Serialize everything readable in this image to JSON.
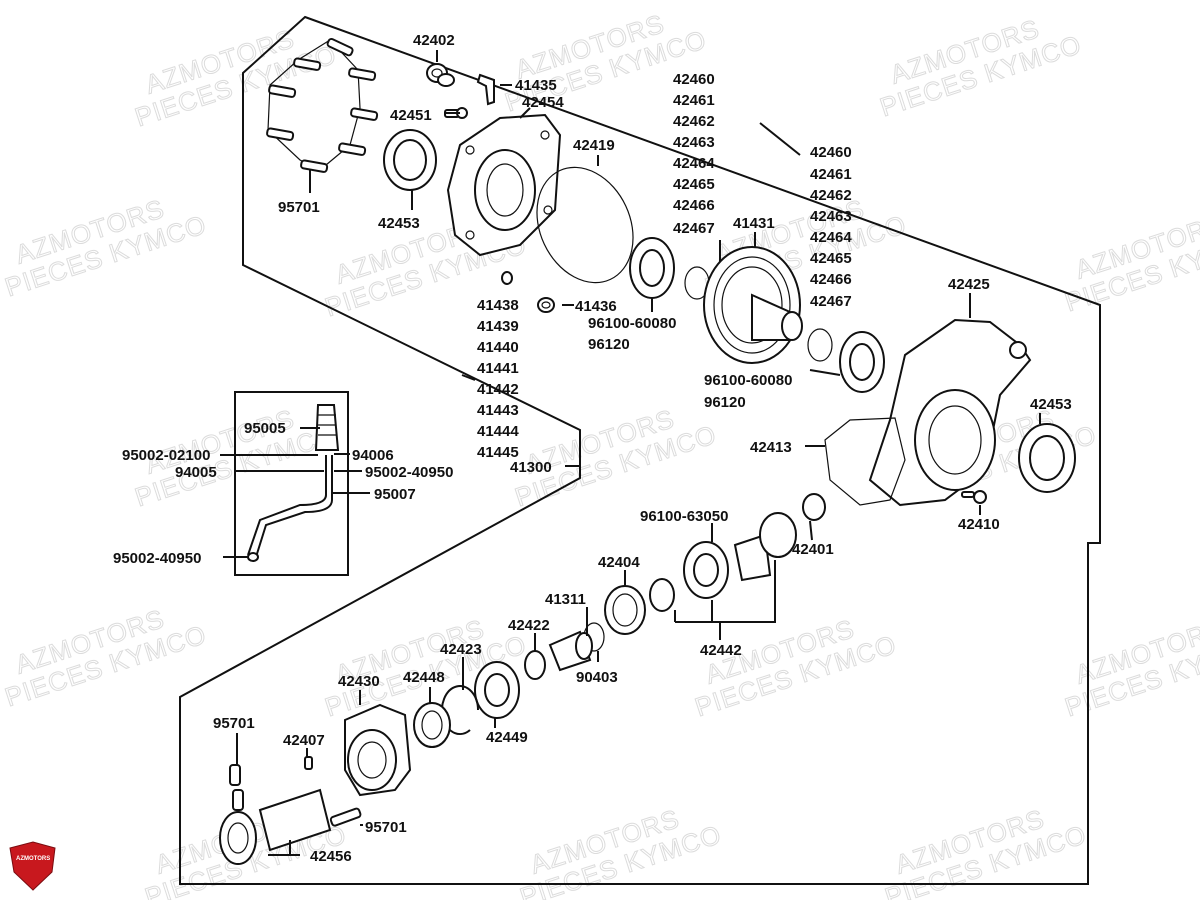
{
  "watermark": {
    "line1": "AZMOTORS",
    "line2": "PIECES KYMCO"
  },
  "logo": {
    "text": "AZMOTORS",
    "color": "#c8181e"
  },
  "labels": {
    "l42402": "42402",
    "l41435": "41435",
    "l42451": "42451",
    "l42454": "42454",
    "l95701_top": "95701",
    "l42453_top": "42453",
    "l42419": "42419",
    "stack1": [
      "42460",
      "42461",
      "42462",
      "42463",
      "42464",
      "42465",
      "42466",
      "42467"
    ],
    "stack2": [
      "42460",
      "42461",
      "42462",
      "42463",
      "42464",
      "42465",
      "42466",
      "42467"
    ],
    "l41431": "41431",
    "l42425": "42425",
    "stack3": [
      "41438",
      "41439",
      "41440",
      "41441",
      "41442",
      "41443",
      "41444",
      "41445"
    ],
    "l41436": "41436",
    "l96100_60080_a": "96100-60080",
    "l96120_a": "96120",
    "l96100_60080_b": "96100-60080",
    "l96120_b": "96120",
    "l42453_right": "42453",
    "l42413": "42413",
    "l41300": "41300",
    "l42410": "42410",
    "l95005": "95005",
    "l95002_02100": "95002-02100",
    "l94006": "94006",
    "l94005": "94005",
    "l95002_40950_a": "95002-40950",
    "l95007": "95007",
    "l95002_40950_b": "95002-40950",
    "l96100_63050": "96100-63050",
    "l42401": "42401",
    "l42404": "42404",
    "l41311": "41311",
    "l42422": "42422",
    "l90403": "90403",
    "l42442": "42442",
    "l42423": "42423",
    "l42430": "42430",
    "l42448": "42448",
    "l42449": "42449",
    "l95701_left": "95701",
    "l42407": "42407",
    "l95701_bottom": "95701",
    "l42456": "42456"
  }
}
